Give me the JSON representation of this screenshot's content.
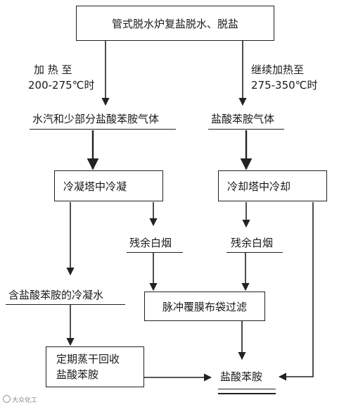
{
  "nodes": {
    "top_process": "管式脱水炉复盐脱水、脱盐",
    "vapor_gas": "水汽和少部分盐酸苯胺气体",
    "aniline_gas": "盐酸苯胺气体",
    "condense_tower": "冷凝塔中冷凝",
    "cooling_tower": "冷却塔中冷却",
    "smoke_left": "残余白烟",
    "smoke_right": "残余白烟",
    "condensate_water": "含盐酸苯胺的冷凝水",
    "bag_filter": "脉冲覆膜布袋过滤",
    "recovery_line1": "定期蒸干回收",
    "recovery_line2": "盐酸苯胺",
    "final_product": "盐酸苯胺"
  },
  "conditions": {
    "left_line1": "加 热 至",
    "left_line2": "200-275℃时",
    "right_line1": "继续加热至",
    "right_line2": "275-350℃时"
  },
  "watermark": "大众化工"
}
